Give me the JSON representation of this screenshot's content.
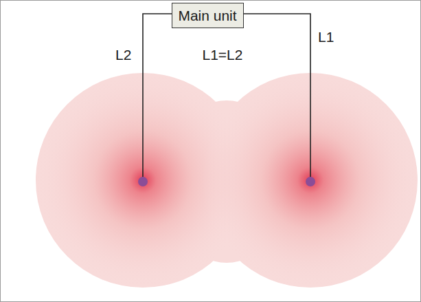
{
  "diagram": {
    "nodes": [
      {
        "text": [
          "Main unit"
        ]
      }
    ],
    "labels": [
      "L2",
      "L1=L2",
      "L1"
    ]
  }
}
